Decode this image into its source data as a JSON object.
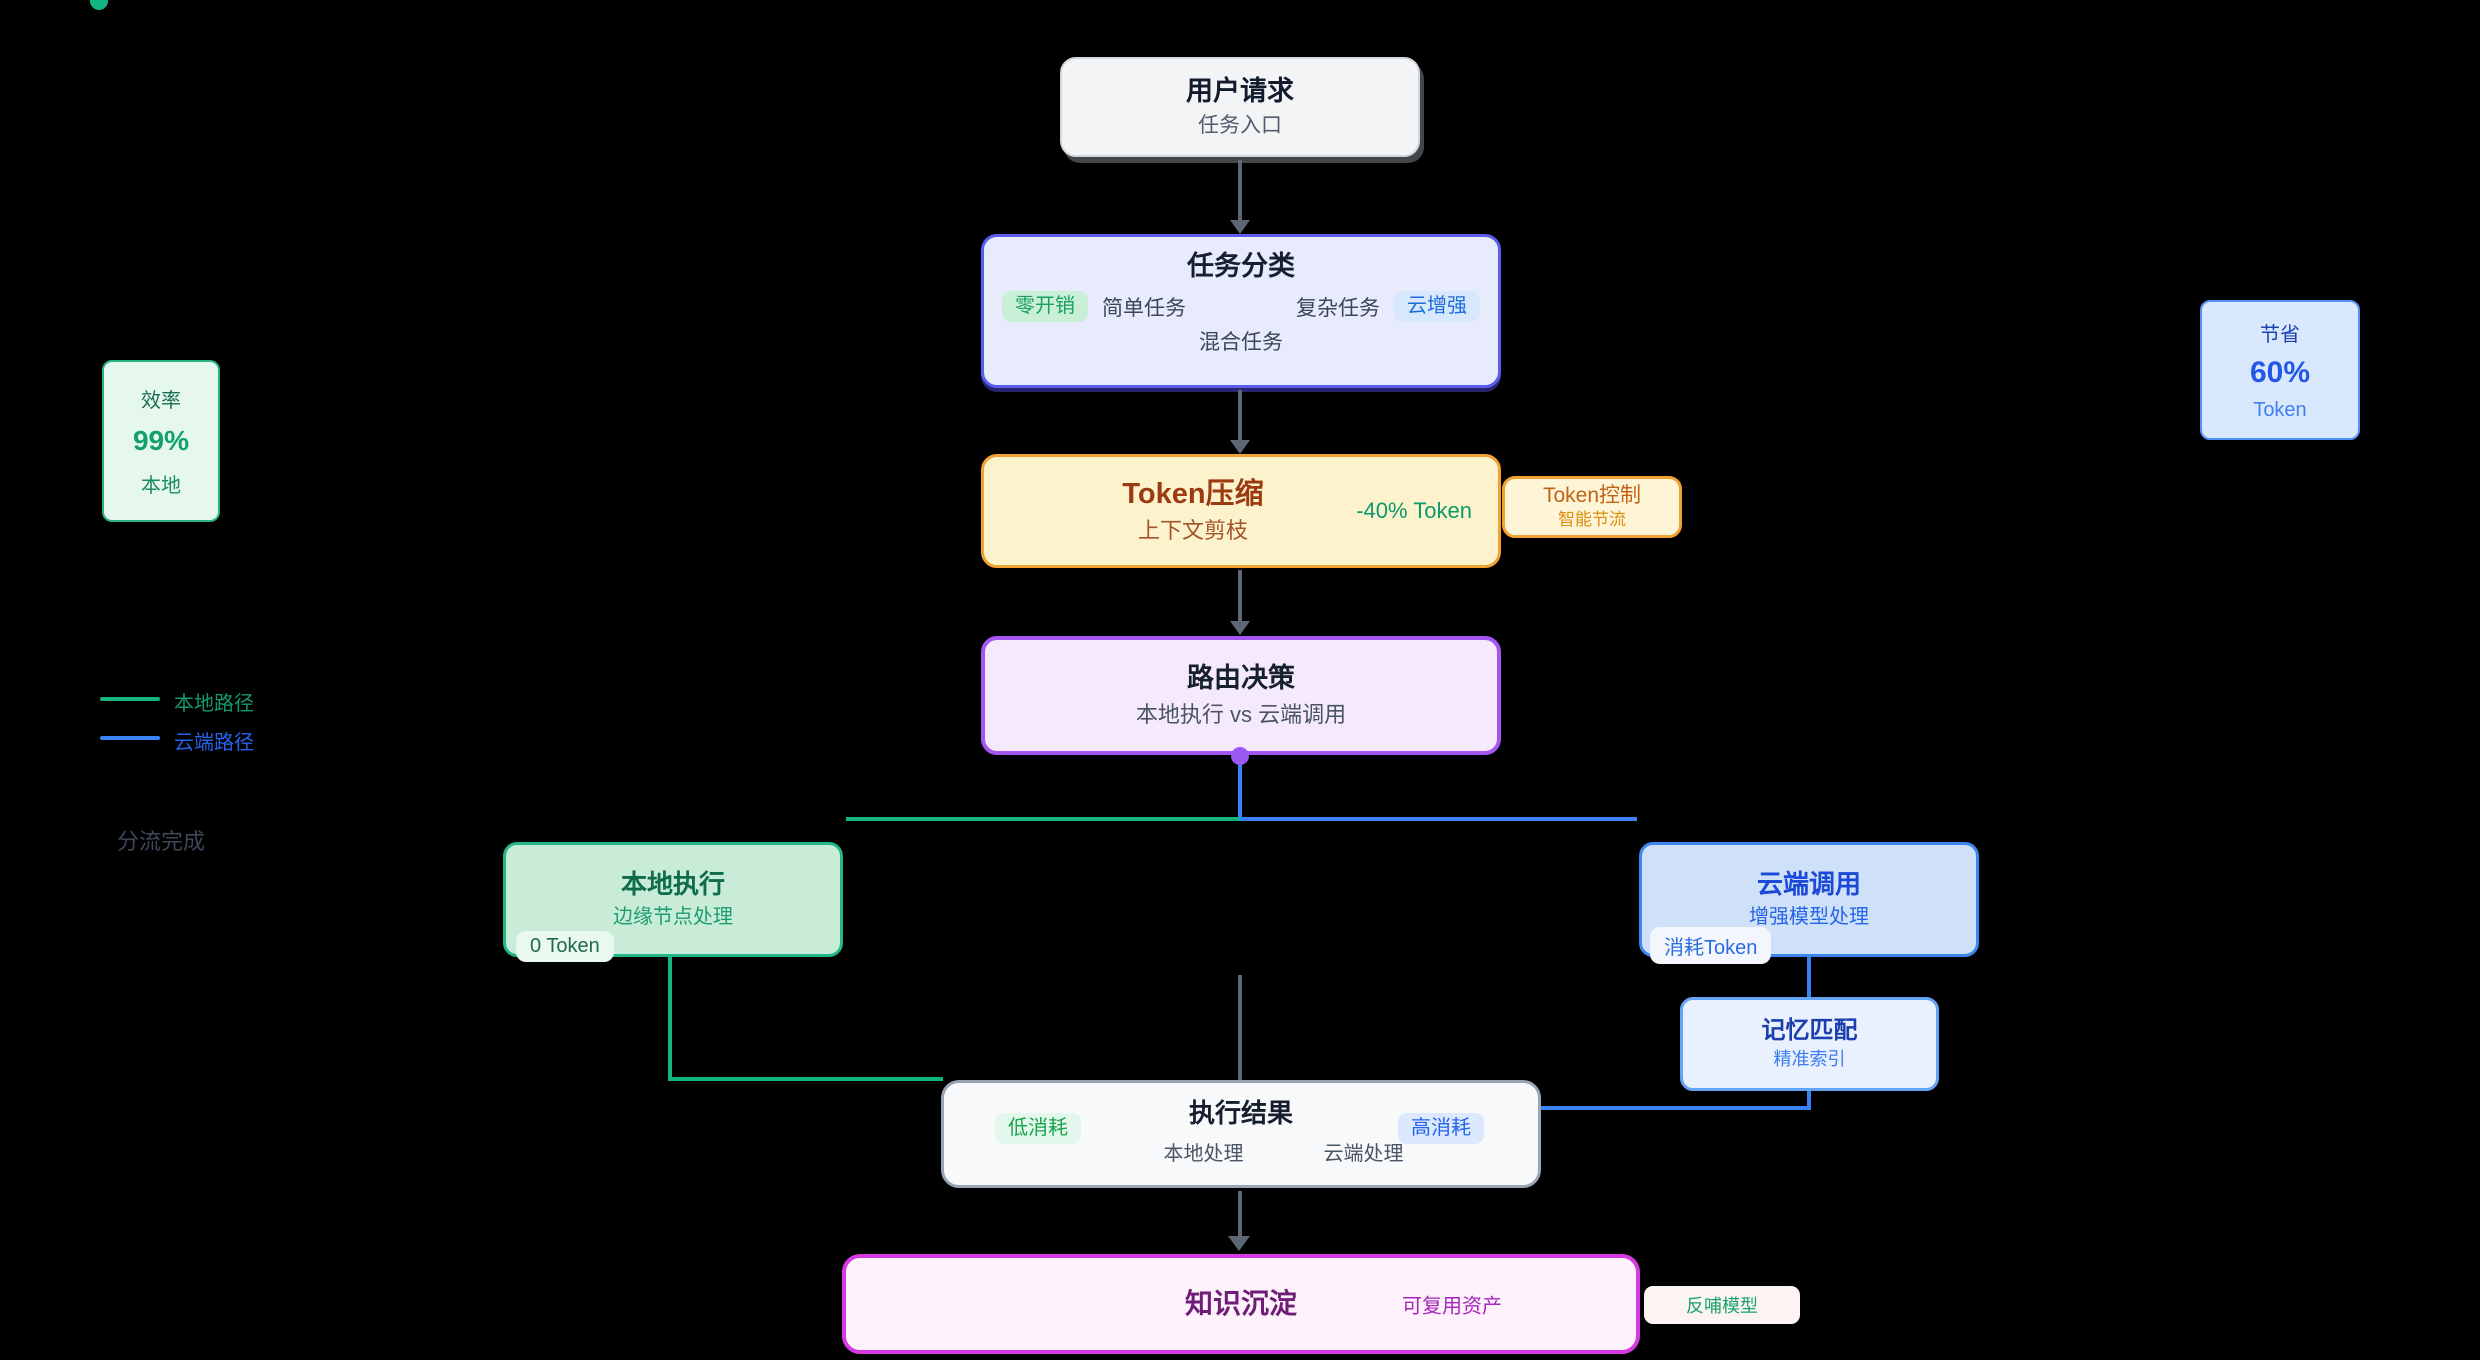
{
  "nodes": {
    "user_request": {
      "title": "用户请求",
      "subtitle": "任务入口"
    },
    "task_classify": {
      "title": "任务分类",
      "badge_left": "零开销",
      "item1": "简单任务",
      "item2": "复杂任务",
      "badge_right": "云增强",
      "item3": "混合任务"
    },
    "token_compress": {
      "title": "Token压缩",
      "subtitle": "上下文剪枝",
      "metric": "-40% Token"
    },
    "token_control": {
      "title": "Token控制",
      "subtitle": "智能节流"
    },
    "route_decision": {
      "title": "路由决策",
      "subtitle": "本地执行 vs 云端调用"
    },
    "local_exec": {
      "title": "本地执行",
      "subtitle": "边缘节点处理",
      "badge": "0 Token"
    },
    "cloud_call": {
      "title": "云端调用",
      "subtitle": "增强模型处理",
      "badge": "消耗Token"
    },
    "memory_match": {
      "title": "记忆匹配",
      "subtitle": "精准索引"
    },
    "exec_result": {
      "title": "执行结果",
      "badge_left": "低消耗",
      "badge_right": "高消耗",
      "item1": "本地处理",
      "item2": "云端处理"
    },
    "knowledge": {
      "title": "知识沉淀",
      "note": "可复用资产"
    },
    "feedback": {
      "label": "反哺模型"
    }
  },
  "stats": {
    "left": {
      "label": "效率",
      "value": "99%",
      "unit": "本地"
    },
    "right": {
      "label": "节省",
      "value": "60%",
      "unit": "Token"
    }
  },
  "legend": {
    "local": "本地路径",
    "cloud": "云端路径"
  },
  "status": {
    "label": "分流完成"
  },
  "colors": {
    "green": "#12b481",
    "blue": "#3b82f6",
    "purple": "#a556f2",
    "orange": "#f2a233",
    "magenta": "#d53ae2",
    "grayline": "#5d6673"
  }
}
